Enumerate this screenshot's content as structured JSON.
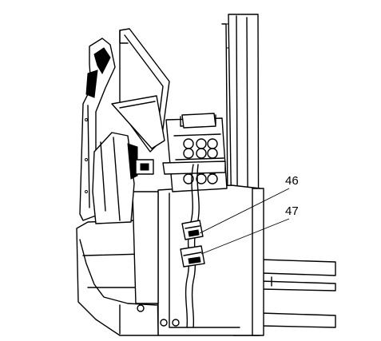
{
  "figure": {
    "callouts": [
      {
        "id": "46",
        "label": "46"
      },
      {
        "id": "47",
        "label": "47"
      }
    ]
  }
}
